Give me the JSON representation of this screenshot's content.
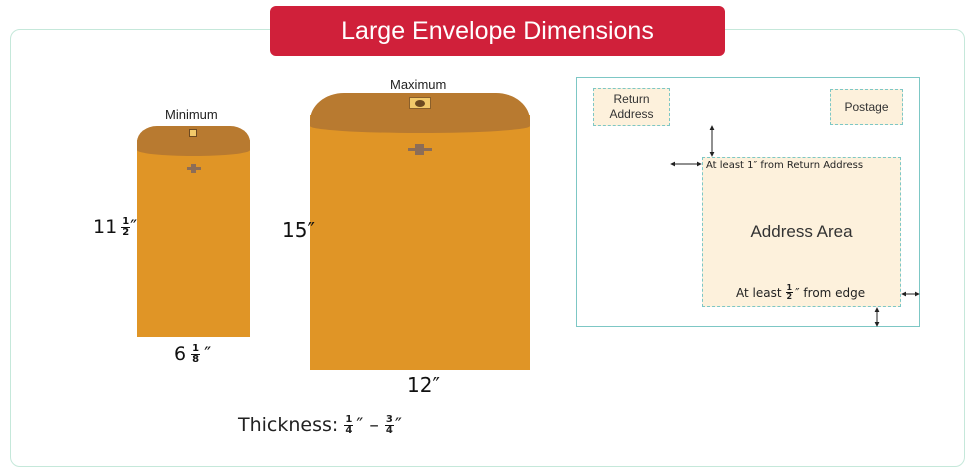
{
  "title": "Large Envelope Dimensions",
  "minimum": {
    "label": "Minimum",
    "height_whole": "11",
    "height_num": "1",
    "height_den": "2",
    "height_unit": "″",
    "width_whole": "6",
    "width_num": "1",
    "width_den": "8",
    "width_unit": "″"
  },
  "maximum": {
    "label": "Maximum",
    "height": "15″",
    "width": "12″"
  },
  "thickness": {
    "label": "Thickness:",
    "min_num": "1",
    "min_den": "4",
    "dash": "″ –",
    "max_num": "3",
    "max_den": "4",
    "unit": "″"
  },
  "placement": {
    "return_address": "Return Address",
    "postage": "Postage",
    "address_area": "Address Area",
    "rule_return_prefix": "At least 1",
    "rule_return_suffix": "″ from Return Address",
    "rule_edge_prefix": "At least",
    "rule_edge_num": "1",
    "rule_edge_den": "2",
    "rule_edge_suffix": "″ from edge"
  },
  "colors": {
    "title_bg": "#d0203a",
    "envelope": "#e09526",
    "flap": "#b87a30",
    "area_fill": "#fdf1dc",
    "border": "#7dc7c5"
  }
}
